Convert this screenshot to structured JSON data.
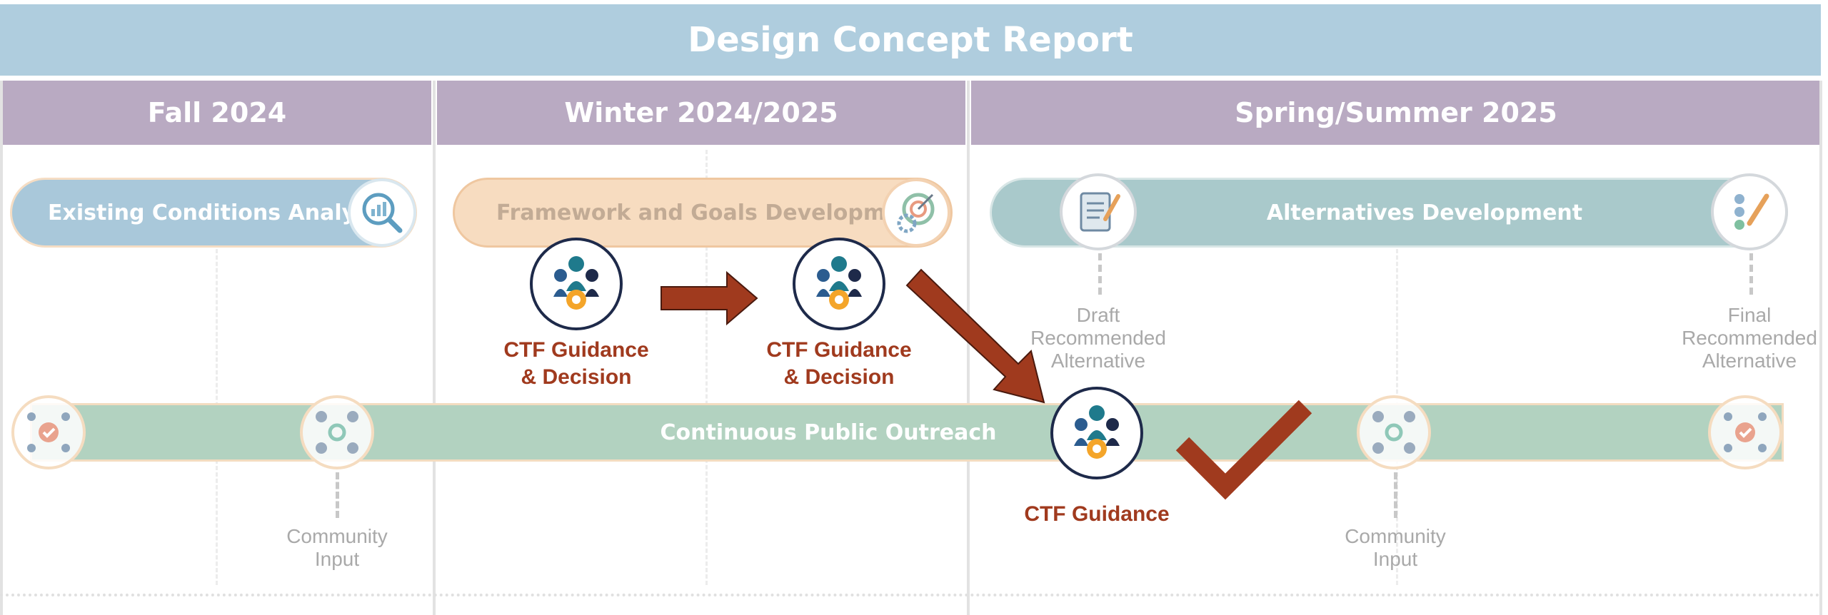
{
  "header": {
    "title": "Design Concept Report"
  },
  "seasons": [
    {
      "label": "Fall 2024"
    },
    {
      "label": "Winter 2024/2025"
    },
    {
      "label": "Spring/Summer 2025"
    }
  ],
  "phases": {
    "existing_conditions": {
      "label": "Existing Conditions Analysis",
      "icon": "analysis-magnifier-icon",
      "color": "#a9c8da"
    },
    "framework_goals": {
      "label": "Framework and Goals Development",
      "icon": "target-gear-icon",
      "color": "#f7dcc0"
    },
    "alternatives": {
      "label": "Alternatives Development",
      "icon": "checklist-pencil-icon",
      "color": "#a9c9cb"
    },
    "outreach": {
      "label": "Continuous Public Outreach",
      "color": "#b2d2c0"
    }
  },
  "milestones": {
    "draft": "Draft\nRecommended\nAlternative",
    "final": "Final\nRecommended\nAlternative",
    "community_input_1": "Community\nInput",
    "community_input_2": "Community\nInput"
  },
  "ctf": {
    "decision_1": "CTF Guidance\n& Decision",
    "decision_2": "CTF Guidance\n& Decision",
    "guidance": "CTF Guidance",
    "accent_color": "#a03a1e",
    "icon": "team-gear-icon"
  },
  "annotations": {
    "checkmark_icon": "checkmark-icon"
  }
}
